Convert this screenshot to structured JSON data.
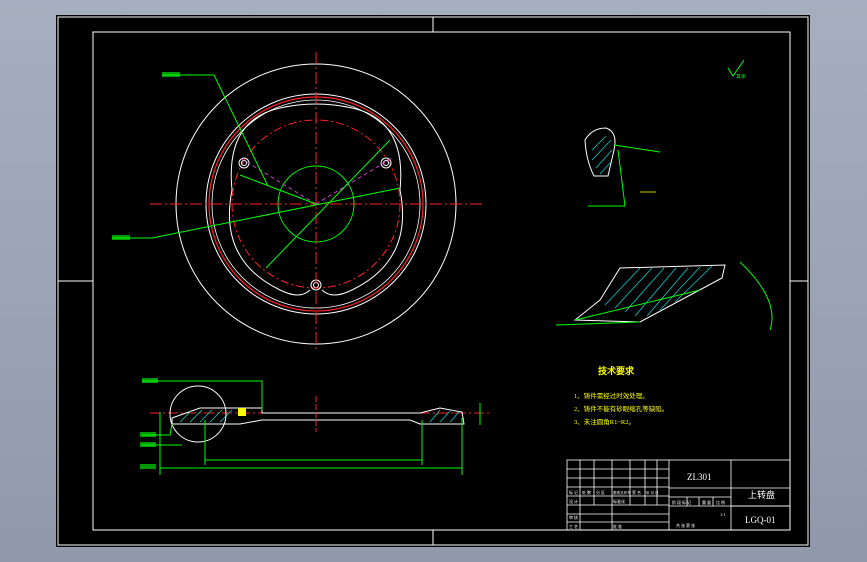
{
  "title_block": {
    "material": "ZL301",
    "part_name": "上转盘",
    "drawing_no": "LGQ-01",
    "scale": "1:1",
    "sheet_labels": [
      "标 记",
      "处 数",
      "分 区",
      "更改文件号",
      "签 名",
      "年 月 日"
    ],
    "row_labels": [
      "设 计",
      "审 核",
      "工 艺",
      "标准化",
      "批 准"
    ],
    "stage_labels": [
      "阶 段 标 记",
      "重 量",
      "比 例"
    ],
    "sheet_info": "共 张 第 张"
  },
  "tech_requirements": {
    "heading": "技术要求",
    "items": [
      "1、铸件需经过时效处理。",
      "2、铸件不能有砂眼缩孔等缺陷。",
      "3、未注圆角R1~R2。"
    ]
  },
  "roughness_note": "其余",
  "colors": {
    "background": "#000000",
    "frame": "#ffffff",
    "center_line": "#ff2020",
    "leader": "#00ff00",
    "hatch": "#00d0d0",
    "aux": "#cc44cc",
    "text": "#ffff00"
  }
}
